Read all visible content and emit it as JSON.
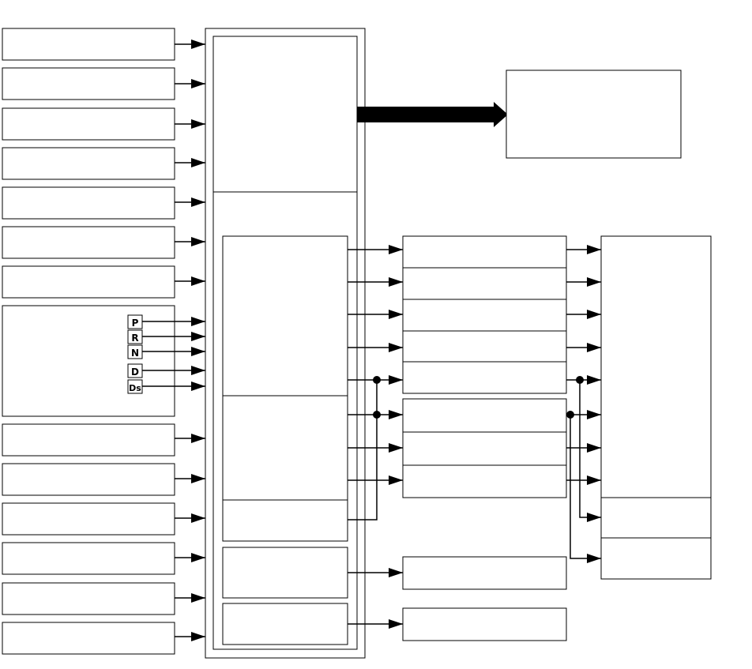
{
  "diagram": {
    "range_labels": {
      "p": "P",
      "r": "R",
      "n": "N",
      "d": "D",
      "ds": "Ds"
    },
    "colors": {
      "stroke": "#000000",
      "background": "#ffffff"
    }
  }
}
